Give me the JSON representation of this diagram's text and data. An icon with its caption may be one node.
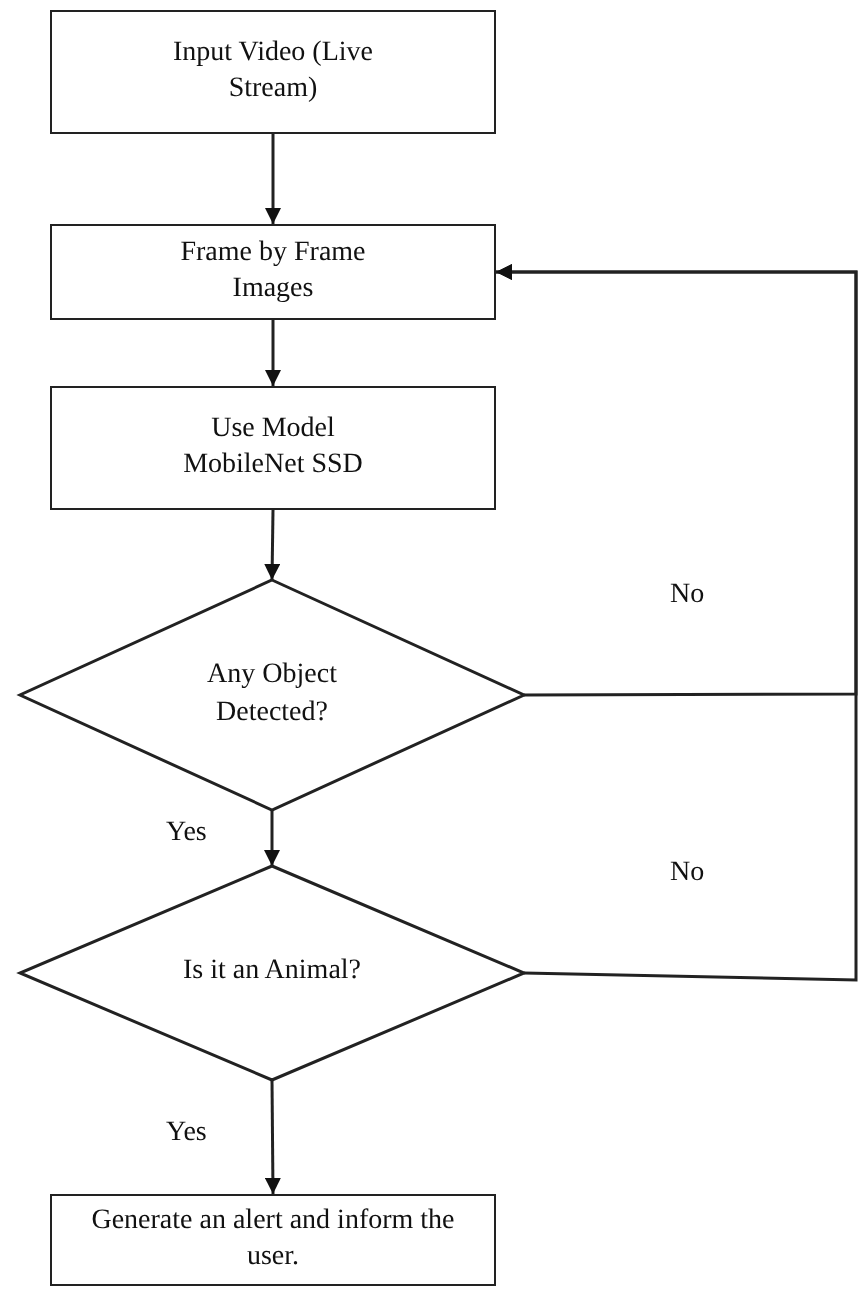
{
  "diagram": {
    "nodes": [
      {
        "text": [
          "Input Video (Live Stream)"
        ]
      },
      {
        "text": [
          "Frame by Frame Images"
        ]
      },
      {
        "text": [
          "Use Model MobileNet SSD"
        ]
      },
      {
        "text": [
          "Any Object Detected?"
        ]
      },
      {
        "text": [
          "Is it an Animal?"
        ]
      },
      {
        "text": [
          "Generate an alert and inform the user."
        ]
      }
    ],
    "edges": [
      {
        "from": 0,
        "to": 1,
        "arrow": "to"
      },
      {
        "from": 1,
        "to": 2,
        "arrow": "to"
      },
      {
        "from": 2,
        "to": 3,
        "arrow": "to"
      },
      {
        "from": 3,
        "to": 4,
        "arrow": "to",
        "label": "Yes"
      },
      {
        "from": 4,
        "to": 5,
        "arrow": "to",
        "label": "Yes"
      },
      {
        "from": 3,
        "to": 1,
        "arrow": "to",
        "label": "No"
      },
      {
        "from": 4,
        "to": 1,
        "arrow": "to",
        "label": "No"
      }
    ]
  }
}
